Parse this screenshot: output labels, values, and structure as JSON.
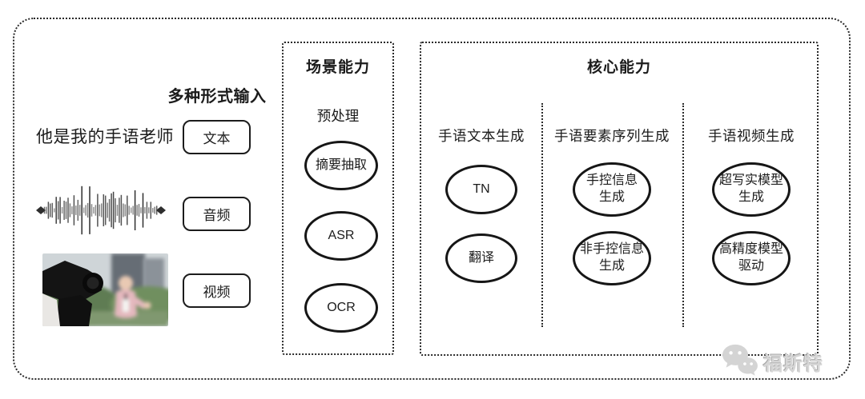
{
  "colors": {
    "line": "#1c1c1c",
    "text": "#1c1c1c",
    "watermark_gray": "#d6d6d6"
  },
  "inputs": {
    "title": "多种形式输入",
    "sample_text": "他是我的手语老师",
    "labels": {
      "text": "文本",
      "audio": "音频",
      "video": "视频"
    },
    "icons": {
      "audio": "waveform-icon",
      "video": "video-thumbnail"
    }
  },
  "scene": {
    "title": "场景能力",
    "stage_label": "预处理",
    "nodes": [
      "摘要抽取",
      "ASR",
      "OCR"
    ]
  },
  "core": {
    "title": "核心能力",
    "columns": [
      {
        "header": "手语文本生成",
        "nodes": [
          "TN",
          "翻译"
        ]
      },
      {
        "header": "手语要素序列生成",
        "nodes": [
          "手控信息\n生成",
          "非手控信息\n生成"
        ]
      },
      {
        "header": "手语视频生成",
        "nodes": [
          "超写实模型\n生成",
          "高精度模型\n驱动"
        ]
      }
    ]
  },
  "watermark": {
    "icon": "wechat-logo-icon",
    "text": "福斯特"
  }
}
